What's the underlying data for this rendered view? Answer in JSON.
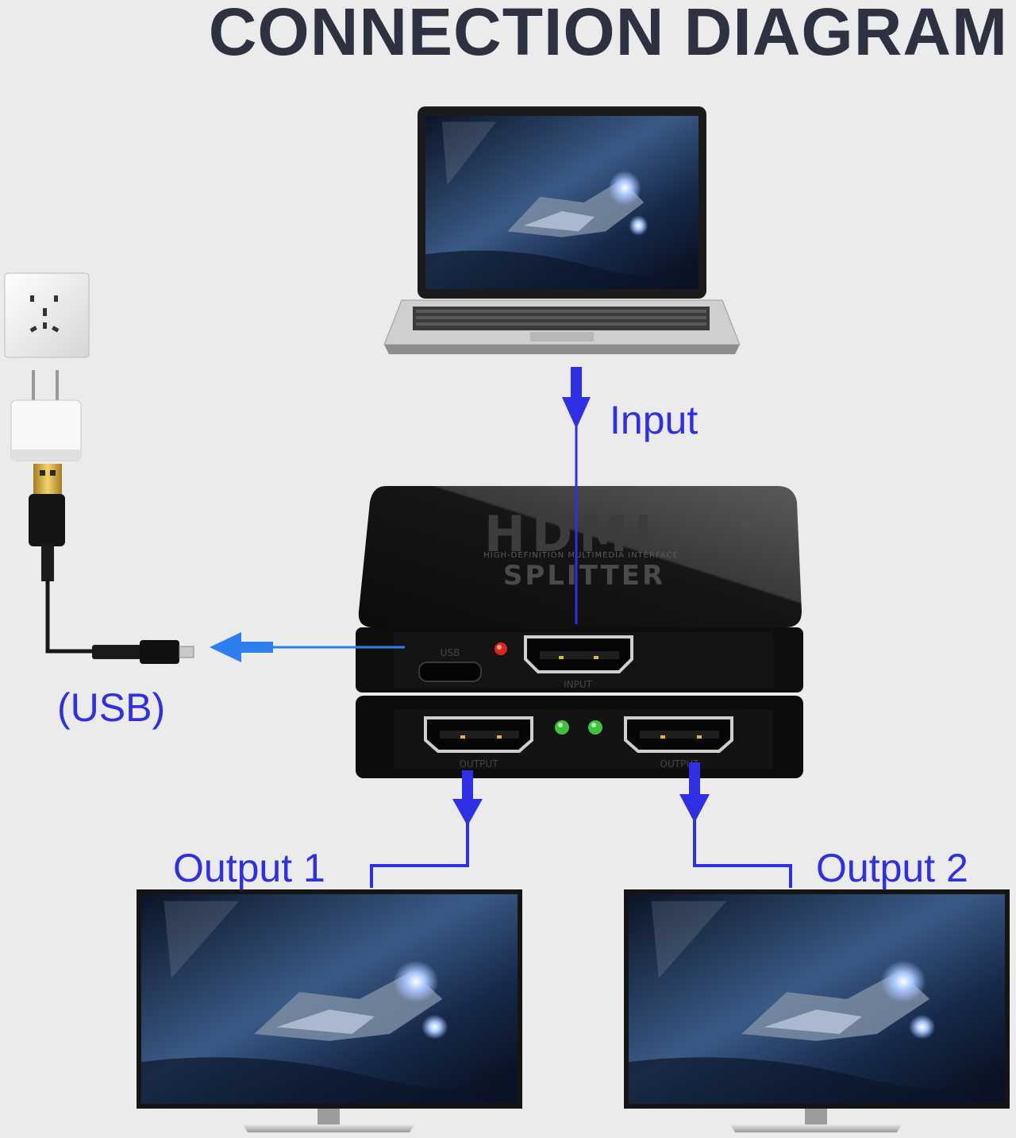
{
  "title": "CONNECTION DIAGRAM",
  "labels": {
    "input": "Input",
    "usb": "(USB)",
    "output1": "Output 1",
    "output2": "Output 2"
  },
  "device": {
    "logo": "HDMI",
    "logo_mark": "®",
    "tagline": "HIGH-DEFINITION MULTIMEDIA INTERFACE",
    "name": "SPLITTER",
    "port_usb": "USB",
    "port_input": "INPUT",
    "port_output1": "OUTPUT",
    "port_output2": "OUTPUT"
  },
  "colors": {
    "arrow": "#2f2fe6",
    "arrow_light": "#2d7ff0",
    "title": "#2e3140",
    "led_red": "#d8281e",
    "led_green": "#3ec23e"
  },
  "icons": [
    "wall-outlet-icon",
    "power-adapter-icon",
    "usb-cable-icon",
    "laptop-icon",
    "tv-icon",
    "hdmi-port-icon"
  ]
}
